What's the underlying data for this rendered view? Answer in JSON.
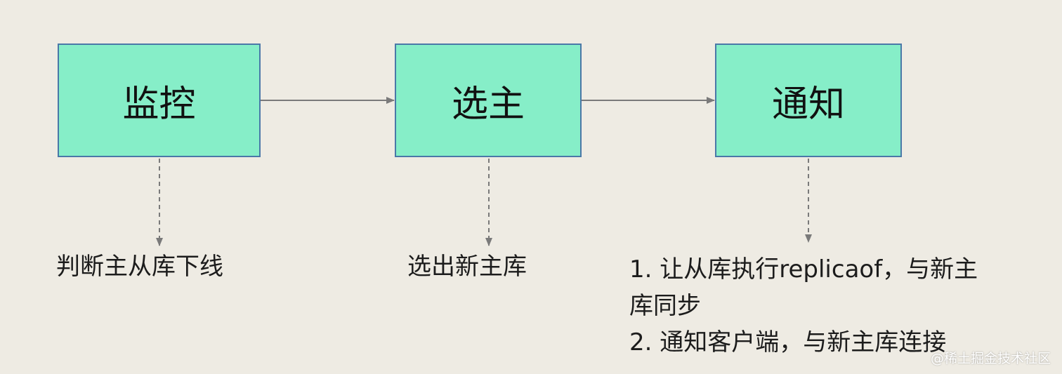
{
  "steps": [
    {
      "label": "监控",
      "result": "判断主从库下线"
    },
    {
      "label": "选主",
      "result": "选出新主库"
    },
    {
      "label": "通知",
      "result_lines": [
        "1. 让从库执行replicaof，与新主",
        "库同步",
        "2. 通知客户端，与新主库连接"
      ]
    }
  ],
  "watermark": "@稀土掘金技术社区",
  "colors": {
    "background": "#eeebe3",
    "box_fill": "#86eec8",
    "box_border": "#4a78a8",
    "arrow": "#7a7a7a"
  }
}
